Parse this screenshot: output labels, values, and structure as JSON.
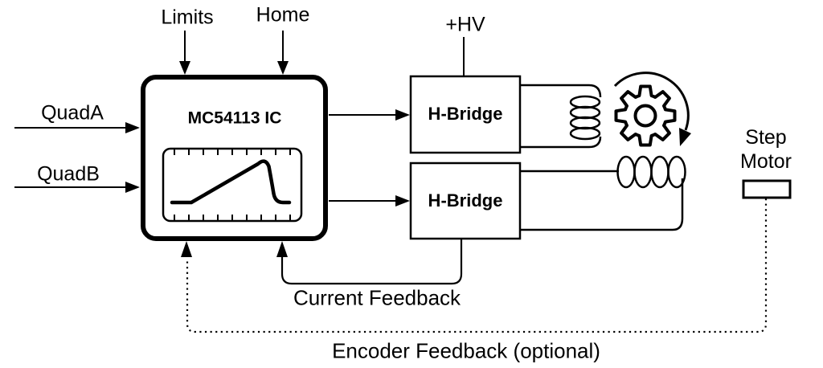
{
  "colors": {
    "ink": "#000000",
    "background": "#ffffff"
  },
  "icons": [
    "gear-icon",
    "rotation-arrow-icon",
    "inductor-coil-icon",
    "oscilloscope-waveform-icon"
  ],
  "labels": {
    "limits": "Limits",
    "home": "Home",
    "quad_a": "QuadA",
    "quad_b": "QuadB",
    "hv_supply": "+HV",
    "ic_title": "MC54113 IC",
    "h_bridge_top": "H-Bridge",
    "h_bridge_bottom": "H-Bridge",
    "step_motor": {
      "line1": "Step",
      "line2": "Motor"
    },
    "current_feedback": "Current Feedback",
    "encoder_feedback": "Encoder Feedback (optional)"
  }
}
